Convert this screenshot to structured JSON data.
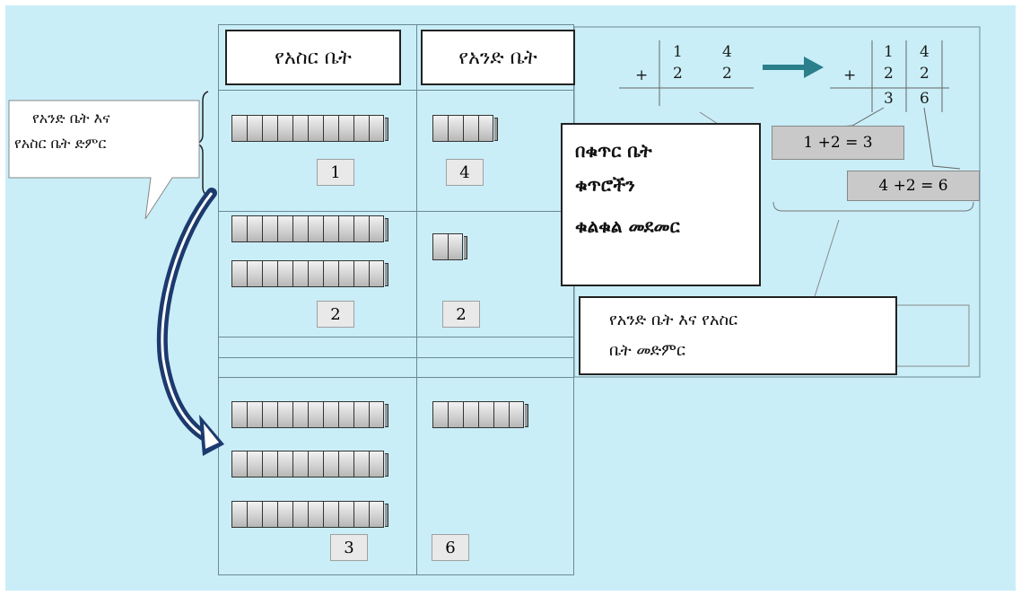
{
  "headers": {
    "tens": "የአስር ቤት",
    "ones": "የአንድ ቤት"
  },
  "rows": [
    {
      "tens_rods": 1,
      "ones_cubes": 4,
      "tens_value": "1",
      "ones_value": "4"
    },
    {
      "tens_rods": 2,
      "ones_cubes": 2,
      "tens_value": "2",
      "ones_value": "2"
    },
    {
      "tens_rods": 3,
      "ones_cubes": 6,
      "tens_value": "3",
      "ones_value": "6"
    }
  ],
  "left_callout": {
    "line1": "የአንድ ቤት እና",
    "line2": "የአስር ቤት ድምር"
  },
  "center_callout": {
    "line1": "በቁጥር ቤት",
    "line2": "ቁጥሮችን",
    "line3": "ቁልቁል መደመር"
  },
  "bottom_callout": {
    "line1": "የአንድ ቤት እና የአስር",
    "line2": "ቤት መድምር"
  },
  "addition_left": {
    "plus": "+",
    "top": [
      "1",
      "4"
    ],
    "bottom": [
      "2",
      "2"
    ]
  },
  "addition_right": {
    "plus": "+",
    "top": [
      "1",
      "4"
    ],
    "bottom": [
      "2",
      "2"
    ],
    "result": [
      "3",
      "6"
    ]
  },
  "sum_tens": "1 +2 = 3",
  "sum_ones": "4 +2 = 6",
  "colors": {
    "background": "#c9eef8",
    "arrow": "#1c3a6e",
    "teal_arrow": "#2a7f8a"
  }
}
